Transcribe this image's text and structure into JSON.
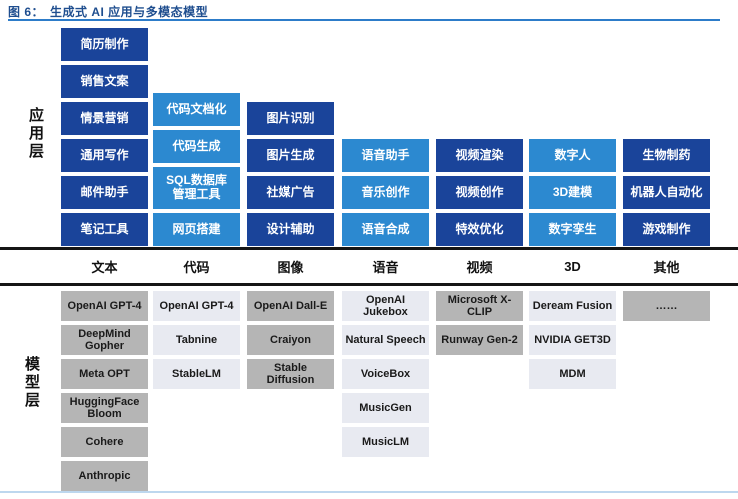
{
  "title": {
    "prefix": "图 6：",
    "text": "生成式 AI 应用与多模态模型"
  },
  "layers": {
    "application": "应用层",
    "model": "模型层"
  },
  "categories": [
    "文本",
    "代码",
    "图像",
    "语音",
    "视频",
    "3D",
    "其他"
  ],
  "colors": {
    "dark_blue": "#1a449a",
    "light_blue": "#2c89d0",
    "model_gray": "#b5b5b5",
    "model_light_gray": "#e8eaf1",
    "title_blue": "#1f4e8f",
    "title_underline": "#2d7cc9",
    "separator_black": "#151515",
    "bottom_rule_blue": "#bdd7ee"
  },
  "app_columns": [
    {
      "category": "文本",
      "style": "dark",
      "boxes": [
        "简历制作",
        "销售文案",
        "情景营销",
        "通用写作",
        "邮件助手",
        "笔记工具"
      ]
    },
    {
      "category": "代码",
      "style": "light",
      "boxes": [
        "代码文档化",
        "代码生成",
        "SQL数据库\n管理工具",
        "网页搭建"
      ]
    },
    {
      "category": "图像",
      "style": "dark",
      "boxes": [
        "图片识别",
        "图片生成",
        "社媒广告",
        "设计辅助"
      ]
    },
    {
      "category": "语音",
      "style": "light",
      "boxes": [
        "语音助手",
        "音乐创作",
        "语音合成"
      ]
    },
    {
      "category": "视频",
      "style": "dark",
      "boxes": [
        "视频渲染",
        "视频创作",
        "特效优化"
      ]
    },
    {
      "category": "3D",
      "style": "light",
      "boxes": [
        "数字人",
        "3D建模",
        "数字孪生"
      ]
    },
    {
      "category": "其他",
      "style": "dark",
      "boxes": [
        "生物制药",
        "机器人自动化",
        "游戏制作"
      ]
    }
  ],
  "model_columns": [
    {
      "category": "文本",
      "style": "gray",
      "boxes": [
        "OpenAI GPT-4",
        "DeepMind Gopher",
        "Meta OPT",
        "HuggingFace Bloom",
        "Cohere",
        "Anthropic"
      ]
    },
    {
      "category": "代码",
      "style": "lgray",
      "boxes": [
        "OpenAI GPT-4",
        "Tabnine",
        "StableLM"
      ]
    },
    {
      "category": "图像",
      "style": "gray",
      "boxes": [
        "OpenAI Dall-E",
        "Craiyon",
        "Stable Diffusion"
      ]
    },
    {
      "category": "语音",
      "style": "lgray",
      "boxes": [
        "OpenAI Jukebox",
        "Natural Speech",
        "VoiceBox",
        "MusicGen",
        "MusicLM"
      ]
    },
    {
      "category": "视频",
      "style": "gray",
      "boxes": [
        "Microsoft X-CLIP",
        "Runway Gen-2"
      ]
    },
    {
      "category": "3D",
      "style": "lgray",
      "boxes": [
        "Deream Fusion",
        "NVIDIA GET3D",
        "MDM"
      ]
    },
    {
      "category": "其他",
      "style": "gray",
      "boxes": [
        "……"
      ]
    }
  ]
}
